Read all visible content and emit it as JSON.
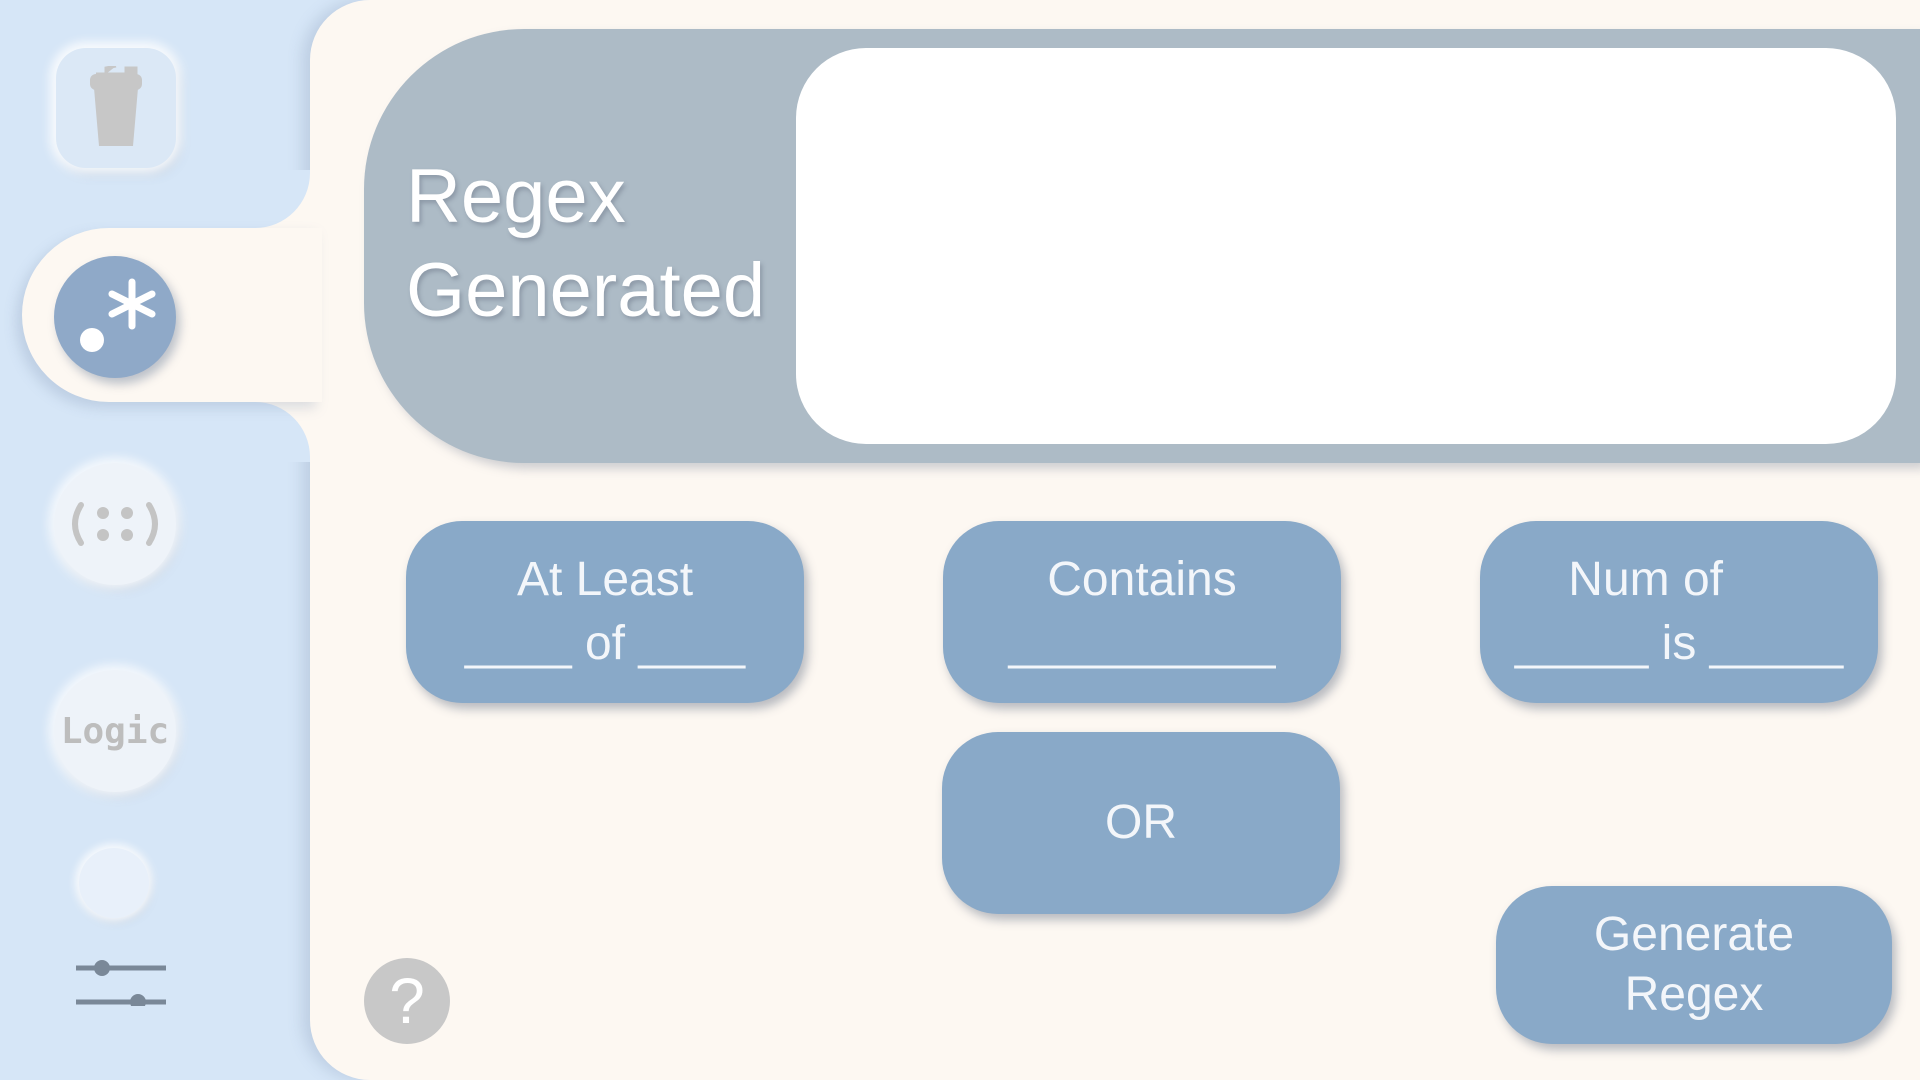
{
  "sidebar": {
    "items": [
      {
        "name": "trash",
        "icon": "trash-icon"
      },
      {
        "name": "regex",
        "icon": "regex-icon",
        "label": ".*",
        "active": true
      },
      {
        "name": "parentheses",
        "icon": "parentheses-icon",
        "label": "(::)"
      },
      {
        "name": "logic",
        "icon": "logic-icon",
        "label": "Logic"
      },
      {
        "name": "theme",
        "icon": "circle-icon"
      },
      {
        "name": "settings",
        "icon": "sliders-icon"
      }
    ]
  },
  "regex_panel": {
    "title_line1": "Regex",
    "title_line2": "Generated",
    "output_value": ""
  },
  "buttons": {
    "at_least": {
      "line1": "At Least",
      "line2": "____ of ____"
    },
    "contains": {
      "line1": "Contains",
      "line2": "__________"
    },
    "num_of": {
      "line1": "Num of     ",
      "line2": "_____ is _____"
    },
    "or": {
      "line1": "OR"
    },
    "generate": {
      "line1": "Generate",
      "line2": "Regex"
    }
  },
  "help": {
    "label": "?",
    "icon": "question-icon"
  },
  "colors": {
    "sidebar_bg": "#d6e6f7",
    "main_bg": "#fdf8f2",
    "panel_bg": "#adbbc6",
    "button_bg": "#89a9c8",
    "active_icon_bg": "#8fa9c8"
  }
}
